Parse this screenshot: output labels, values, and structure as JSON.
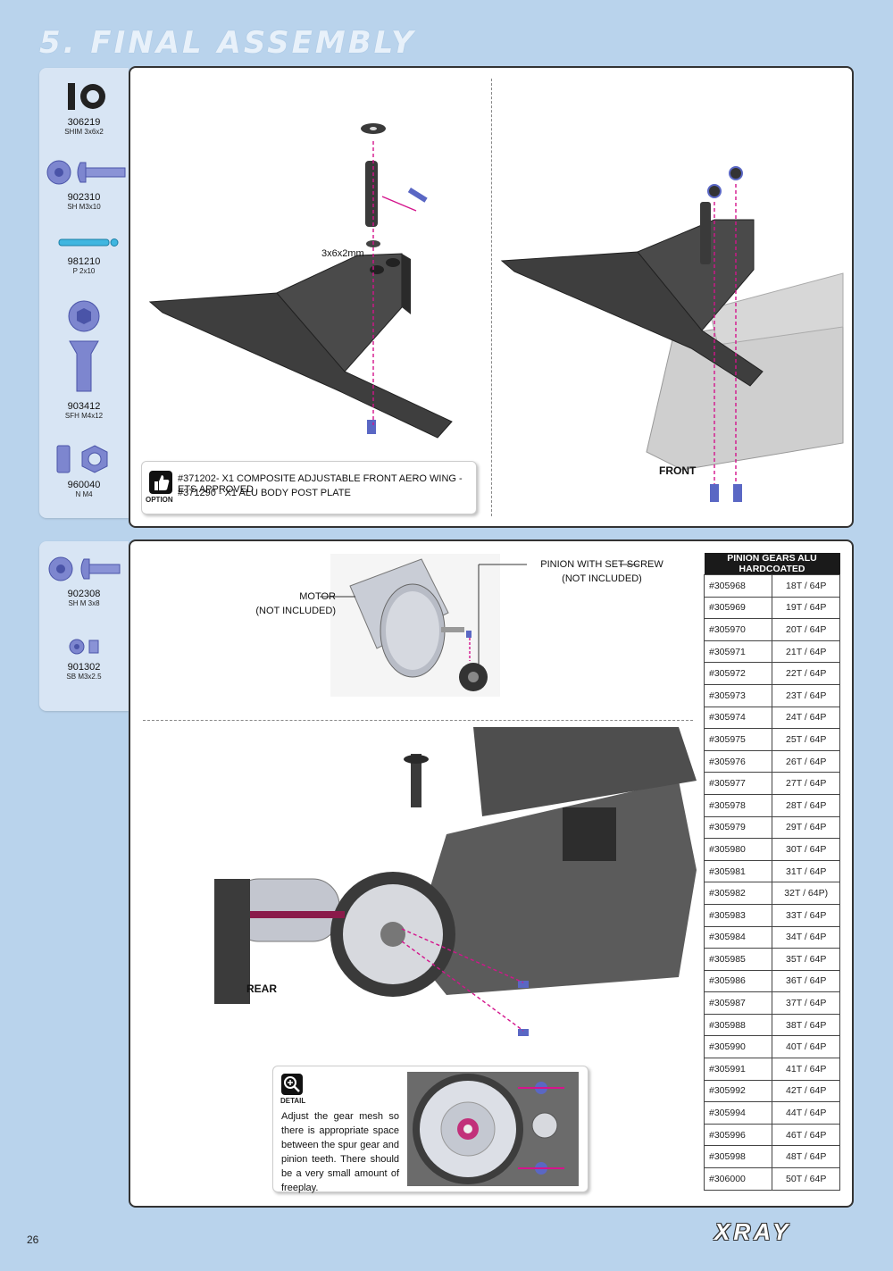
{
  "page": {
    "section_title": "5. FINAL ASSEMBLY",
    "page_number": "26",
    "logo_text": "XRAY"
  },
  "parts_top": [
    {
      "code": "306219",
      "desc": "SHIM 3x6x2",
      "icon": "shim-icon"
    },
    {
      "code": "902310",
      "desc": "SH M3x10",
      "icon": "socket-head-screw-icon"
    },
    {
      "code": "981210",
      "desc": "P 2x10",
      "icon": "pin-icon"
    },
    {
      "code": "903412",
      "desc": "SFH M4x12",
      "icon": "flat-head-screw-icon"
    },
    {
      "code": "960040",
      "desc": "N M4",
      "icon": "nut-icon"
    }
  ],
  "parts_bottom": [
    {
      "code": "902308",
      "desc": "SH M 3x8",
      "icon": "socket-head-screw-icon"
    },
    {
      "code": "901302",
      "desc": "SB M3x2.5",
      "icon": "set-screw-icon"
    }
  ],
  "step1": {
    "shim_label": "3x6x2mm",
    "front_label": "FRONT",
    "option_badge": "OPTION",
    "option_lines": [
      "#371202- X1 COMPOSITE ADJUSTABLE FRONT AERO WING - ETS APPROVED",
      "#371290 - X1 ALU BODY POST PLATE"
    ]
  },
  "step2": {
    "motor_label_1": "MOTOR",
    "motor_label_2": "(NOT INCLUDED)",
    "pinion_label_1": "PINION WITH SET-SCREW",
    "pinion_label_2": "(NOT INCLUDED)",
    "rear_label": "REAR",
    "detail_badge": "DETAIL",
    "detail_text": "Adjust the gear mesh so there is appropriate space between the spur gear and pinion teeth. There should be a very small amount of freeplay."
  },
  "pinion_table": {
    "header": "PINION GEARS ALU HARDCOATED",
    "rows": [
      [
        "#305968",
        "18T / 64P"
      ],
      [
        "#305969",
        "19T / 64P"
      ],
      [
        "#305970",
        "20T / 64P"
      ],
      [
        "#305971",
        "21T / 64P"
      ],
      [
        "#305972",
        "22T / 64P"
      ],
      [
        "#305973",
        "23T / 64P"
      ],
      [
        "#305974",
        "24T / 64P"
      ],
      [
        "#305975",
        "25T / 64P"
      ],
      [
        "#305976",
        "26T / 64P"
      ],
      [
        "#305977",
        "27T / 64P"
      ],
      [
        "#305978",
        "28T / 64P"
      ],
      [
        "#305979",
        "29T / 64P"
      ],
      [
        "#305980",
        "30T / 64P"
      ],
      [
        "#305981",
        "31T / 64P"
      ],
      [
        "#305982",
        "32T / 64P)"
      ],
      [
        "#305983",
        "33T / 64P"
      ],
      [
        "#305984",
        "34T / 64P"
      ],
      [
        "#305985",
        "35T / 64P"
      ],
      [
        "#305986",
        "36T / 64P"
      ],
      [
        "#305987",
        "37T / 64P"
      ],
      [
        "#305988",
        "38T / 64P"
      ],
      [
        "#305990",
        "40T / 64P"
      ],
      [
        "#305991",
        "41T / 64P"
      ],
      [
        "#305992",
        "42T / 64P"
      ],
      [
        "#305994",
        "44T / 64P"
      ],
      [
        "#305996",
        "46T / 64P"
      ],
      [
        "#305998",
        "48T / 64P"
      ],
      [
        "#306000",
        "50T / 64P"
      ]
    ]
  },
  "colors": {
    "background": "#b9d3ec",
    "parts_bg": "#d8e5f4",
    "arrow": "#d4148c",
    "part_blue": "#5a67c4"
  }
}
